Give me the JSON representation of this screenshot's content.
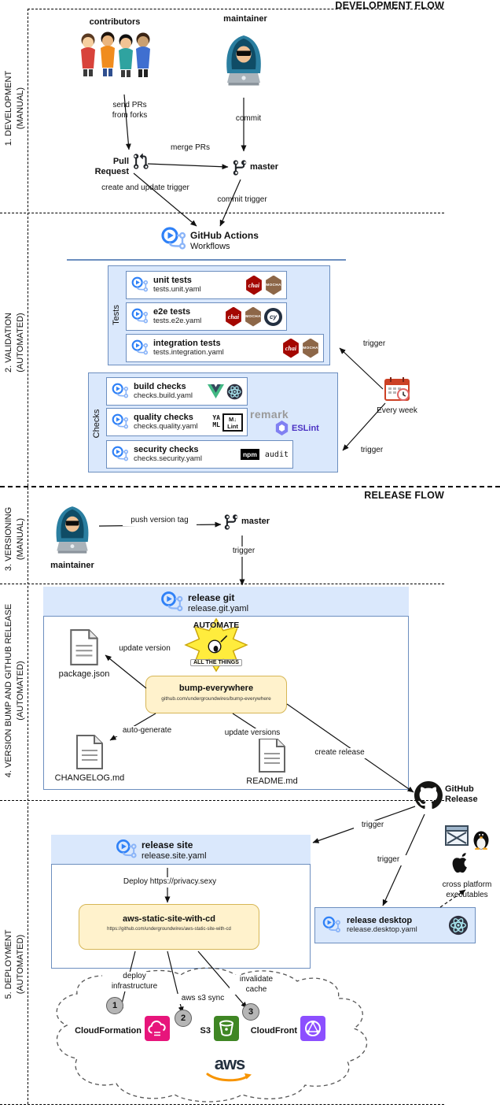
{
  "colors": {
    "box_blue_fill": "#dae8fc",
    "box_blue_border": "#6c8ebf",
    "box_yellow_fill": "#fff2cc",
    "box_yellow_border": "#d6b656",
    "github_actions_blue": "#2f81f7",
    "chai_red": "#a40802",
    "mocha_brown": "#8d6748",
    "eslint_purple": "#8080f2",
    "cloudformation_pink": "#e7157b",
    "s3_green": "#3f8624",
    "cloudfront_purple": "#8c4fff",
    "aws_orange": "#f79400"
  },
  "headers": {
    "development_flow": "DEVELOPMENT FLOW",
    "release_flow": "RELEASE FLOW"
  },
  "side_labels": {
    "s1": "1. DEVELOPMENT\n(MANUAL)",
    "s2": "2. VALIDATION\n(AUTOMATED)",
    "s3": "3. VERSIONING\n(MANUAL)",
    "s4": "4. VERSION BUMP AND GITHUB RELEASE\n(AUTOMATED)",
    "s5": "5. DEPLOYMENT\n(AUTOMATED)"
  },
  "development": {
    "contributors": "contributors",
    "maintainer": "maintainer",
    "send_prs": "send PRs\nfrom forks",
    "commit": "commit",
    "pull_request": "Pull Request",
    "merge_prs": "merge PRs",
    "master": "master",
    "create_update_trigger": "create and update trigger",
    "commit_trigger": "commit trigger"
  },
  "validation": {
    "gha_title": "GitHub Actions",
    "gha_subtitle": "Workflows",
    "tests_group": "Tests",
    "checks_group": "Checks",
    "tests": [
      {
        "title": "unit tests",
        "file": "tests.unit.yaml"
      },
      {
        "title": "e2e tests",
        "file": "tests.e2e.yaml"
      },
      {
        "title": "integration tests",
        "file": "tests.integration.yaml"
      }
    ],
    "checks": [
      {
        "title": "build checks",
        "file": "checks.build.yaml"
      },
      {
        "title": "quality checks",
        "file": "checks.quality.yaml"
      },
      {
        "title": "security checks",
        "file": "checks.security.yaml"
      }
    ],
    "every_week": "Every week",
    "trigger_integration": "trigger",
    "trigger_security": "trigger"
  },
  "icons_text": {
    "chai": "chai",
    "mocha": "MOCHA",
    "cypress": "cy",
    "yaml": "YA\nML",
    "mdlint": "M↓\nLint",
    "remark": "remark",
    "eslint": "ESLint",
    "npm": "npm",
    "audit": "audit"
  },
  "versioning": {
    "maintainer": "maintainer",
    "push_version_tag": "push version tag",
    "master": "master",
    "trigger": "trigger"
  },
  "release_git": {
    "title": "release git",
    "file": "release.git.yaml",
    "meme_top": "AUTOMATE",
    "meme_bottom": "ALL THE THINGS",
    "bump_title": "bump-everywhere",
    "bump_subtitle": "github.com/undergroundwires/bump-everywhere",
    "update_version": "update version",
    "auto_generate": "auto-generate",
    "update_versions": "update versions",
    "create_release": "create release",
    "package_json": "package.json",
    "changelog": "CHANGELOG.md",
    "readme": "README.md",
    "github_release": "GitHub\nRelease"
  },
  "deployment": {
    "site_title": "release site",
    "site_file": "release.site.yaml",
    "deploy_url": "Deploy https://privacy.sexy",
    "aws_box_title": "aws-static-site-with-cd",
    "aws_box_subtitle": "https://github.com/undergroundwires/aws-static-site-with-cd",
    "trigger_site": "trigger",
    "trigger_desktop": "trigger",
    "desktop_title": "release desktop",
    "desktop_file": "release.desktop.yaml",
    "cross_platform": "cross platform\nexecutables",
    "deploy_infrastructure": "deploy\ninfrastructure",
    "aws_s3_sync": "aws s3 sync",
    "invalidate_cache": "invalidate\ncache",
    "step1": "1",
    "step2": "2",
    "step3": "3",
    "cloudformation": "CloudFormation",
    "s3": "S3",
    "cloudfront": "CloudFront",
    "aws_logo": "aws"
  }
}
